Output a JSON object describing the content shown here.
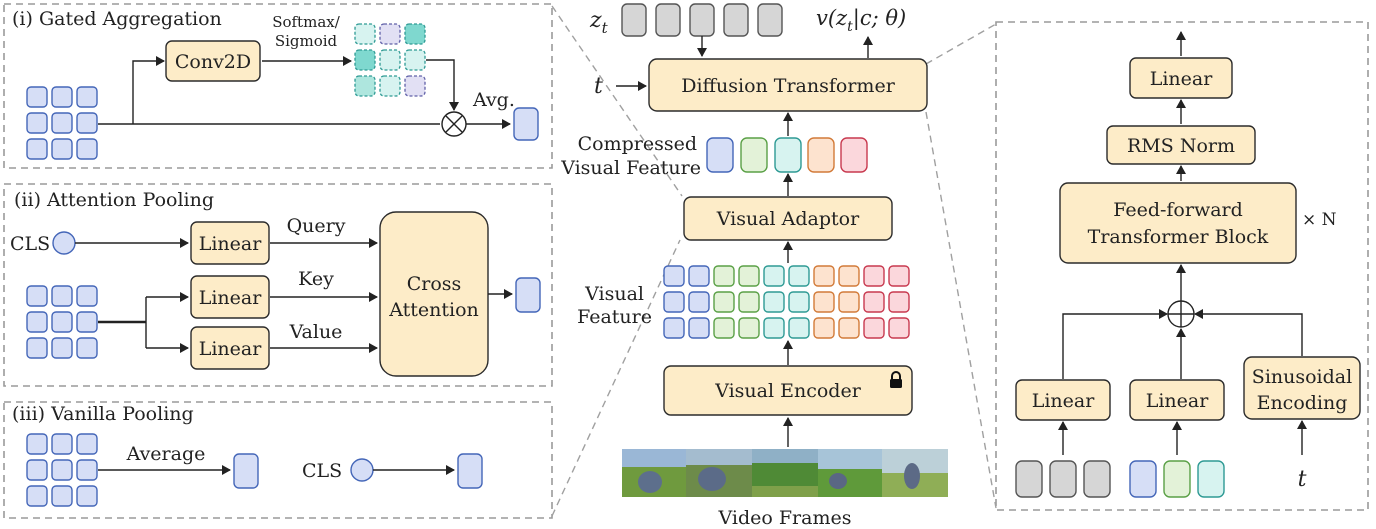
{
  "panels": {
    "gated": {
      "title": "(i) Gated Aggregation",
      "conv": "Conv2D",
      "softmax_l1": "Softmax/",
      "softmax_l2": "Sigmoid",
      "avg": "Avg."
    },
    "attn": {
      "title": "(ii) Attention Pooling",
      "cls": "CLS",
      "linear": "Linear",
      "query": "Query",
      "key": "Key",
      "value": "Value",
      "cross_l1": "Cross",
      "cross_l2": "Attention"
    },
    "vanilla": {
      "title": "(iii) Vanilla Pooling",
      "average": "Average",
      "cls": "CLS"
    }
  },
  "center": {
    "zt": "z",
    "zt_sub": "t",
    "output": "v(z",
    "output_sub": "t",
    "output_tail": "|c; θ)",
    "t": "t",
    "diffusion": "Diffusion Transformer",
    "compressed_l1": "Compressed",
    "compressed_l2": "Visual Feature",
    "adaptor": "Visual Adaptor",
    "visual_l1": "Visual",
    "visual_l2": "Feature",
    "encoder": "Visual Encoder",
    "frames": "Video Frames"
  },
  "right": {
    "linear_top": "Linear",
    "rms": "RMS Norm",
    "ff_l1": "Feed-forward",
    "ff_l2": "Transformer Block",
    "times_n": "× N",
    "linear_a": "Linear",
    "linear_b": "Linear",
    "sin_l1": "Sinusoidal",
    "sin_l2": "Encoding",
    "t": "t"
  },
  "colors": {
    "box_fill": "#fdecc8",
    "blue_fill": "#d6def6",
    "blue_stroke": "#4466b8",
    "teal_fill": "#d7f3f0",
    "teal_stroke": "#2e9a94",
    "teal_dark": "#7fd8cf",
    "green_fill": "#e3f2d8",
    "green_stroke": "#5aa046",
    "orange_fill": "#fde3cf",
    "orange_stroke": "#d27a38",
    "red_fill": "#fbd7dc",
    "red_stroke": "#c8394f",
    "gray_fill": "#d6d6d6",
    "gray_stroke": "#555555",
    "purple_fill": "#e2e0f4",
    "purple_stroke": "#6060a8"
  }
}
